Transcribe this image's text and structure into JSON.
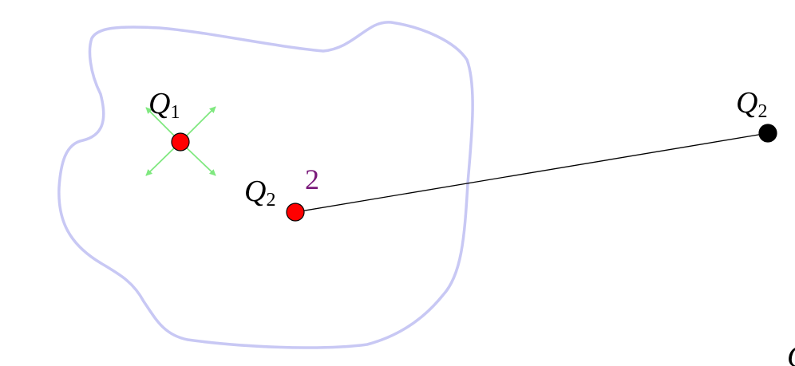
{
  "labels": {
    "q1_symbol": "Q",
    "q1_subscript": "1",
    "q2_inner_symbol": "Q",
    "q2_inner_subscript": "2",
    "step_number": "2",
    "q2_outer_symbol": "Q",
    "q2_outer_subscript": "2",
    "corner_symbol": "Q"
  },
  "colors": {
    "region_outline": "#c8c8f4",
    "arrows": "#7fe87f",
    "charge_inner": "#ff0000",
    "charge_outer": "#000000",
    "connector_line": "#000000",
    "step_number": "#7a1a7a",
    "text": "#000000"
  },
  "icons": {
    "q1_charge": "red-circle",
    "q2_inner_charge": "red-circle",
    "q2_outer_charge": "black-circle"
  }
}
